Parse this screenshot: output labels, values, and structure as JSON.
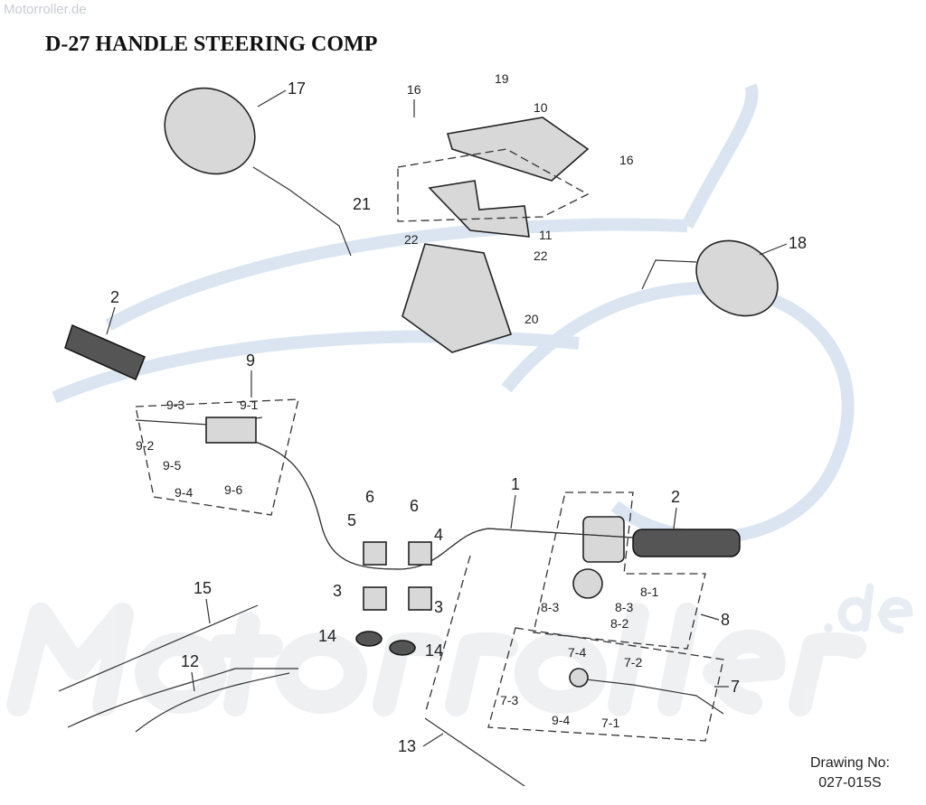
{
  "watermark_top": "Motorroller.de",
  "watermark_big": "Motorroller",
  "watermark_domain": ".de",
  "title": "D-27 HANDLE STEERING COMP",
  "drawing_no_label": "Drawing No:",
  "drawing_no": "027-015S",
  "callouts": {
    "c17": "17",
    "c16a": "16",
    "c19": "19",
    "c10": "10",
    "c16b": "16",
    "c21": "21",
    "c22a": "22",
    "c11": "11",
    "c22b": "22",
    "c20": "20",
    "c18": "18",
    "c2a": "2",
    "c9": "9",
    "c9_3": "9-3",
    "c9_1": "9-1",
    "c9_2": "9-2",
    "c9_5": "9-5",
    "c9_4a": "9-4",
    "c9_6": "9-6",
    "c1": "1",
    "c2b": "2",
    "c6a": "6",
    "c6b": "6",
    "c5": "5",
    "c4": "4",
    "c3a": "3",
    "c3b": "3",
    "c15": "15",
    "c14a": "14",
    "c14b": "14",
    "c12": "12",
    "c13": "13",
    "c8_1": "8-1",
    "c8_3a": "8-3",
    "c8_3b": "8-3",
    "c8_2": "8-2",
    "c8": "8",
    "c7_4": "7-4",
    "c7_2": "7-2",
    "c7_3": "7-3",
    "c9_4b": "9-4",
    "c7_1": "7-1",
    "c7": "7"
  }
}
